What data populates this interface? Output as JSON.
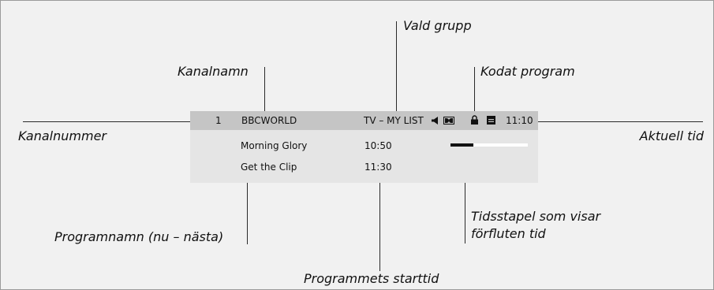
{
  "callouts": {
    "vald_grupp": "Vald grupp",
    "kanalnamn": "Kanalnamn",
    "kodat_program": "Kodat program",
    "kanalnummer": "Kanalnummer",
    "aktuell_tid": "Aktuell tid",
    "tidsstapel_line1": "Tidsstapel som visar",
    "tidsstapel_line2": "förfluten tid",
    "programnamn": "Programnamn (nu – nästa)",
    "programmets_starttid": "Programmets starttid"
  },
  "infobar": {
    "channel_number": "1",
    "channel_name": "BBCWORLD",
    "group": "TV – MY LIST",
    "clock": "11:10",
    "icons": [
      "speaker-icon",
      "dolby-icon",
      "lock-icon",
      "subtitles-icon"
    ]
  },
  "programs": [
    {
      "name": "Morning  Glory",
      "start": "10:50"
    },
    {
      "name": "Get the Clip",
      "start": "11:30"
    }
  ],
  "progress": {
    "elapsed_fraction": 0.3
  },
  "colors": {
    "background": "#f1f1f1",
    "panel": "#e5e5e5",
    "infobar": "#c5c5c5",
    "progress_track": "#ffffff",
    "progress_fill": "#111111",
    "lines": "#2a2a2a"
  }
}
